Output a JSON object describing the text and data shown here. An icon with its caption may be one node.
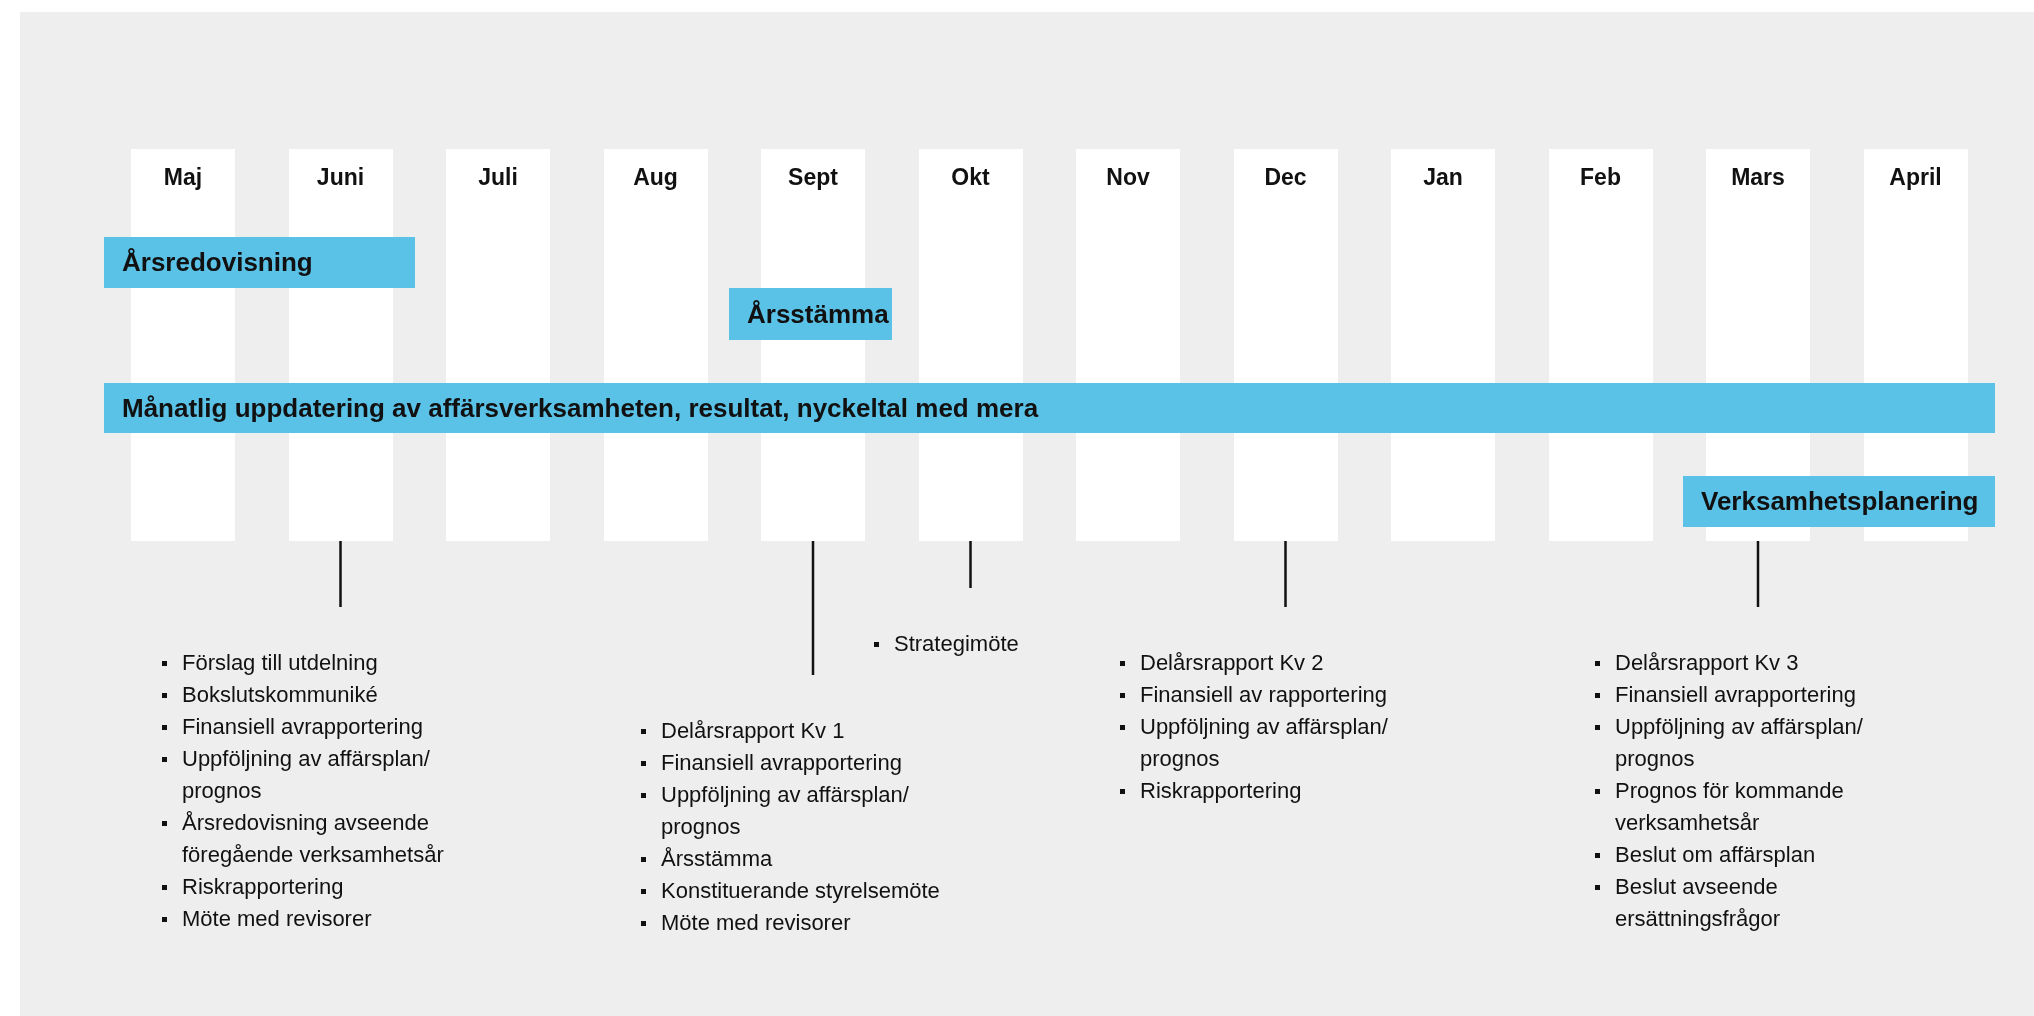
{
  "diagram": {
    "nodes": [
      {
        "text": [
          "Maj"
        ]
      },
      {
        "text": [
          "Juni"
        ]
      },
      {
        "text": [
          "Juli"
        ]
      },
      {
        "text": [
          "Aug"
        ]
      },
      {
        "text": [
          "Sept"
        ]
      },
      {
        "text": [
          "Okt"
        ]
      },
      {
        "text": [
          "Nov"
        ]
      },
      {
        "text": [
          "Dec"
        ]
      },
      {
        "text": [
          "Jan"
        ]
      },
      {
        "text": [
          "Feb"
        ]
      },
      {
        "text": [
          "Mars"
        ]
      },
      {
        "text": [
          "April"
        ]
      },
      {
        "text": [
          "Årsredovisning"
        ]
      },
      {
        "text": [
          "Årsstämma"
        ]
      },
      {
        "text": [
          "Månatlig uppdatering av affärsverksamheten, resultat, nyckeltal med mera"
        ]
      },
      {
        "text": [
          "Verksamhetsplanering"
        ]
      },
      {
        "text": [
          "Förslag till utdelning",
          "Bokslutskommuniké",
          "Finansiell avrapportering",
          "Uppföljning av affärsplan/ prognos",
          "Årsredovisning avseende föregående verksamhetsår",
          "Riskrapportering",
          "Möte med revisorer"
        ]
      },
      {
        "text": [
          "Delårsrapport Kv 1",
          "Finansiell avrapportering",
          "Uppföljning av affärsplan/ prognos",
          "Årsstämma",
          "Konstituerande styrelsemöte",
          "Möte med revisorer"
        ]
      },
      {
        "text": [
          "Strategimöte"
        ]
      },
      {
        "text": [
          "Delårsrapport Kv 2",
          "Finansiell av rapportering",
          "Uppföljning av affärsplan/ prognos",
          "Riskrapportering"
        ]
      },
      {
        "text": [
          "Delårsrapport Kv 3",
          "Finansiell avrapportering",
          "Uppföljning av affärsplan/ prognos",
          "Prognos för kommande verksamhetsår",
          "Beslut om affärsplan",
          "Beslut avseende ersättningsfrågor"
        ]
      }
    ],
    "edges": [
      {
        "from": 1,
        "to": 16,
        "arrow": "none"
      },
      {
        "from": 4,
        "to": 17,
        "arrow": "none"
      },
      {
        "from": 5,
        "to": 18,
        "arrow": "none"
      },
      {
        "from": 7,
        "to": 19,
        "arrow": "none"
      },
      {
        "from": 10,
        "to": 20,
        "arrow": "none"
      }
    ]
  }
}
